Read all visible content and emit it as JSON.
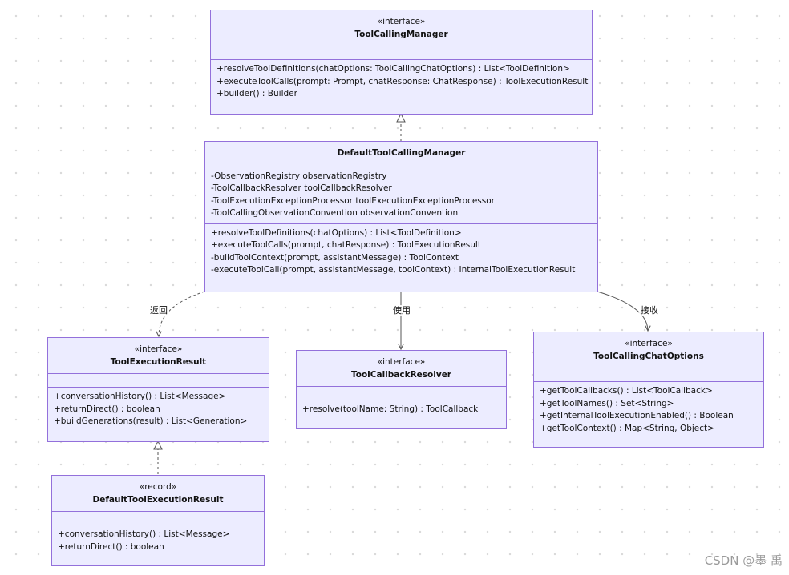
{
  "classes": {
    "tool_calling_manager": {
      "stereotype": "«interface»",
      "name": "ToolCallingManager",
      "attributes": [],
      "methods": [
        "+resolveToolDefinitions(chatOptions: ToolCallingChatOptions) : List<ToolDefinition>",
        "+executeToolCalls(prompt: Prompt, chatResponse: ChatResponse) : ToolExecutionResult",
        "+builder() : Builder"
      ]
    },
    "default_tool_calling_manager": {
      "name": "DefaultToolCallingManager",
      "attributes": [
        "-ObservationRegistry observationRegistry",
        "-ToolCallbackResolver toolCallbackResolver",
        "-ToolExecutionExceptionProcessor toolExecutionExceptionProcessor",
        "-ToolCallingObservationConvention observationConvention"
      ],
      "methods": [
        "+resolveToolDefinitions(chatOptions) : List<ToolDefinition>",
        "+executeToolCalls(prompt, chatResponse) : ToolExecutionResult",
        "-buildToolContext(prompt, assistantMessage) : ToolContext",
        "-executeToolCall(prompt, assistantMessage, toolContext) : InternalToolExecutionResult"
      ]
    },
    "tool_execution_result": {
      "stereotype": "«interface»",
      "name": "ToolExecutionResult",
      "attributes": [],
      "methods": [
        "+conversationHistory() : List<Message>",
        "+returnDirect() : boolean",
        "+buildGenerations(result) : List<Generation>"
      ]
    },
    "tool_callback_resolver": {
      "stereotype": "«interface»",
      "name": "ToolCallbackResolver",
      "attributes": [],
      "methods": [
        "+resolve(toolName: String) : ToolCallback"
      ]
    },
    "tool_calling_chat_options": {
      "stereotype": "«interface»",
      "name": "ToolCallingChatOptions",
      "attributes": [],
      "methods": [
        "+getToolCallbacks() : List<ToolCallback>",
        "+getToolNames() : Set<String>",
        "+getInternalToolExecutionEnabled() : Boolean",
        "+getToolContext() : Map<String, Object>"
      ]
    },
    "default_tool_execution_result": {
      "stereotype": "«record»",
      "name": "DefaultToolExecutionResult",
      "attributes": [],
      "methods": [
        "+conversationHistory() : List<Message>",
        "+returnDirect() : boolean"
      ]
    }
  },
  "edge_labels": {
    "returns": "返回",
    "uses": "使用",
    "receives": "接收"
  },
  "watermark": "CSDN @墨 禹",
  "colors": {
    "box_fill": "#ececff",
    "box_border": "#9370db",
    "edge": "#555555"
  }
}
